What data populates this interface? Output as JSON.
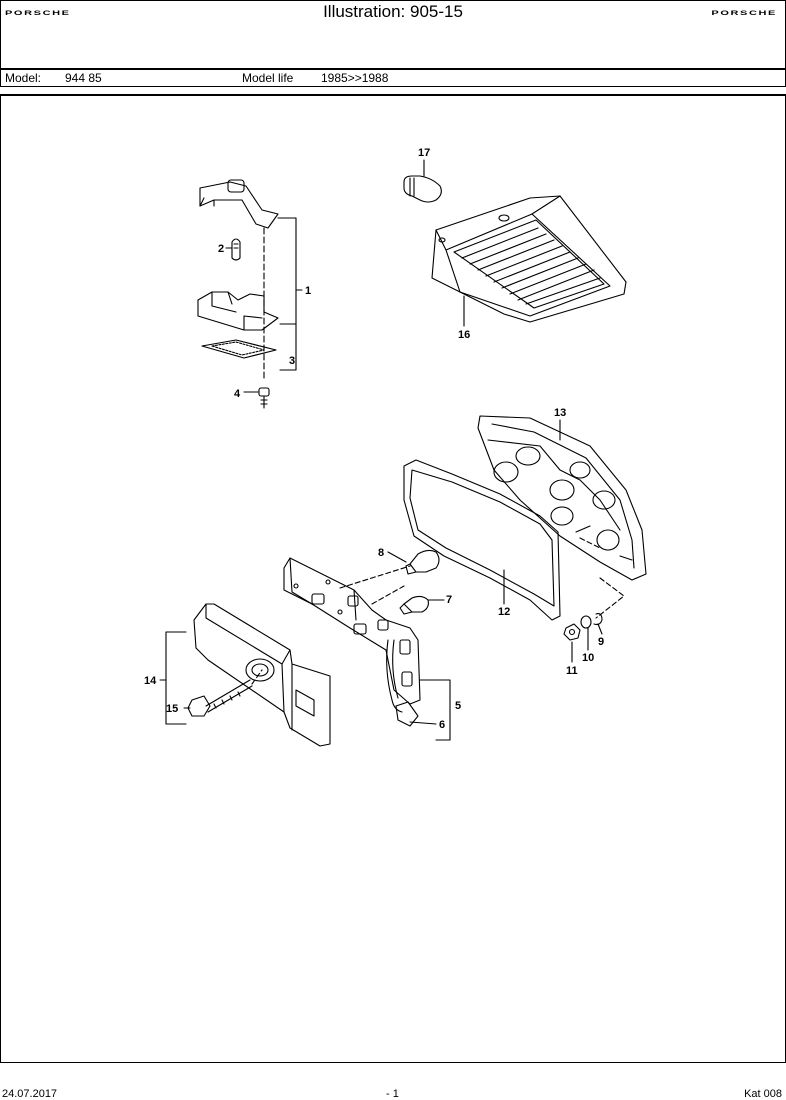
{
  "header": {
    "brand_left": "PORSCHE",
    "title": "Illustration: 905-15",
    "brand_right": "PORSCHE"
  },
  "model": {
    "model_label": "Model:",
    "model_value": "944 85",
    "life_label": "Model life",
    "life_value": "1985>>1988"
  },
  "callouts": [
    "1",
    "2",
    "3",
    "4",
    "5",
    "6",
    "7",
    "8",
    "9",
    "10",
    "11",
    "12",
    "13",
    "14",
    "15",
    "16",
    "17"
  ],
  "footer": {
    "date": "24.07.2017",
    "page": "- 1",
    "catalog": "Kat 008"
  }
}
